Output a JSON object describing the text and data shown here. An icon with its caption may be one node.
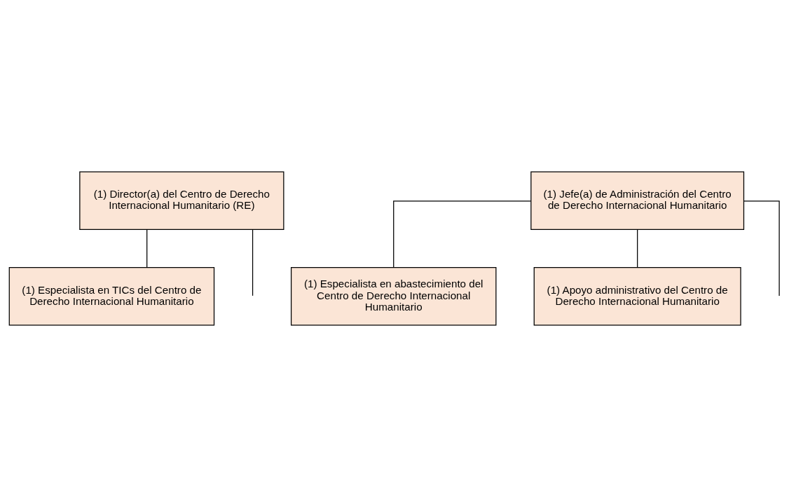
{
  "diagram": {
    "nodes": [
      {
        "text": [
          "(1) Director(a) del Centro de Derecho Internacional Humanitario (RE)"
        ]
      },
      {
        "text": [
          "(1) Especialista en TICs del Centro de Derecho Internacional Humanitario"
        ]
      },
      {
        "text": [
          "(1) Jefe(a) de Administración del Centro de Derecho Internacional Humanitario"
        ]
      },
      {
        "text": [
          "(1) Especialista en abastecimiento del Centro de Derecho Internacional Humanitario"
        ]
      },
      {
        "text": [
          "(1) Apoyo administrativo del Centro de Derecho Internacional Humanitario"
        ]
      }
    ],
    "edges": [
      {
        "from": 0,
        "to": 1,
        "arrow": "none"
      },
      {
        "from": 0,
        "to": null,
        "arrow": "none"
      },
      {
        "from": 2,
        "to": null,
        "arrow": "none"
      },
      {
        "from": 2,
        "to": 3,
        "arrow": "none"
      },
      {
        "from": 2,
        "to": 4,
        "arrow": "none"
      }
    ]
  }
}
